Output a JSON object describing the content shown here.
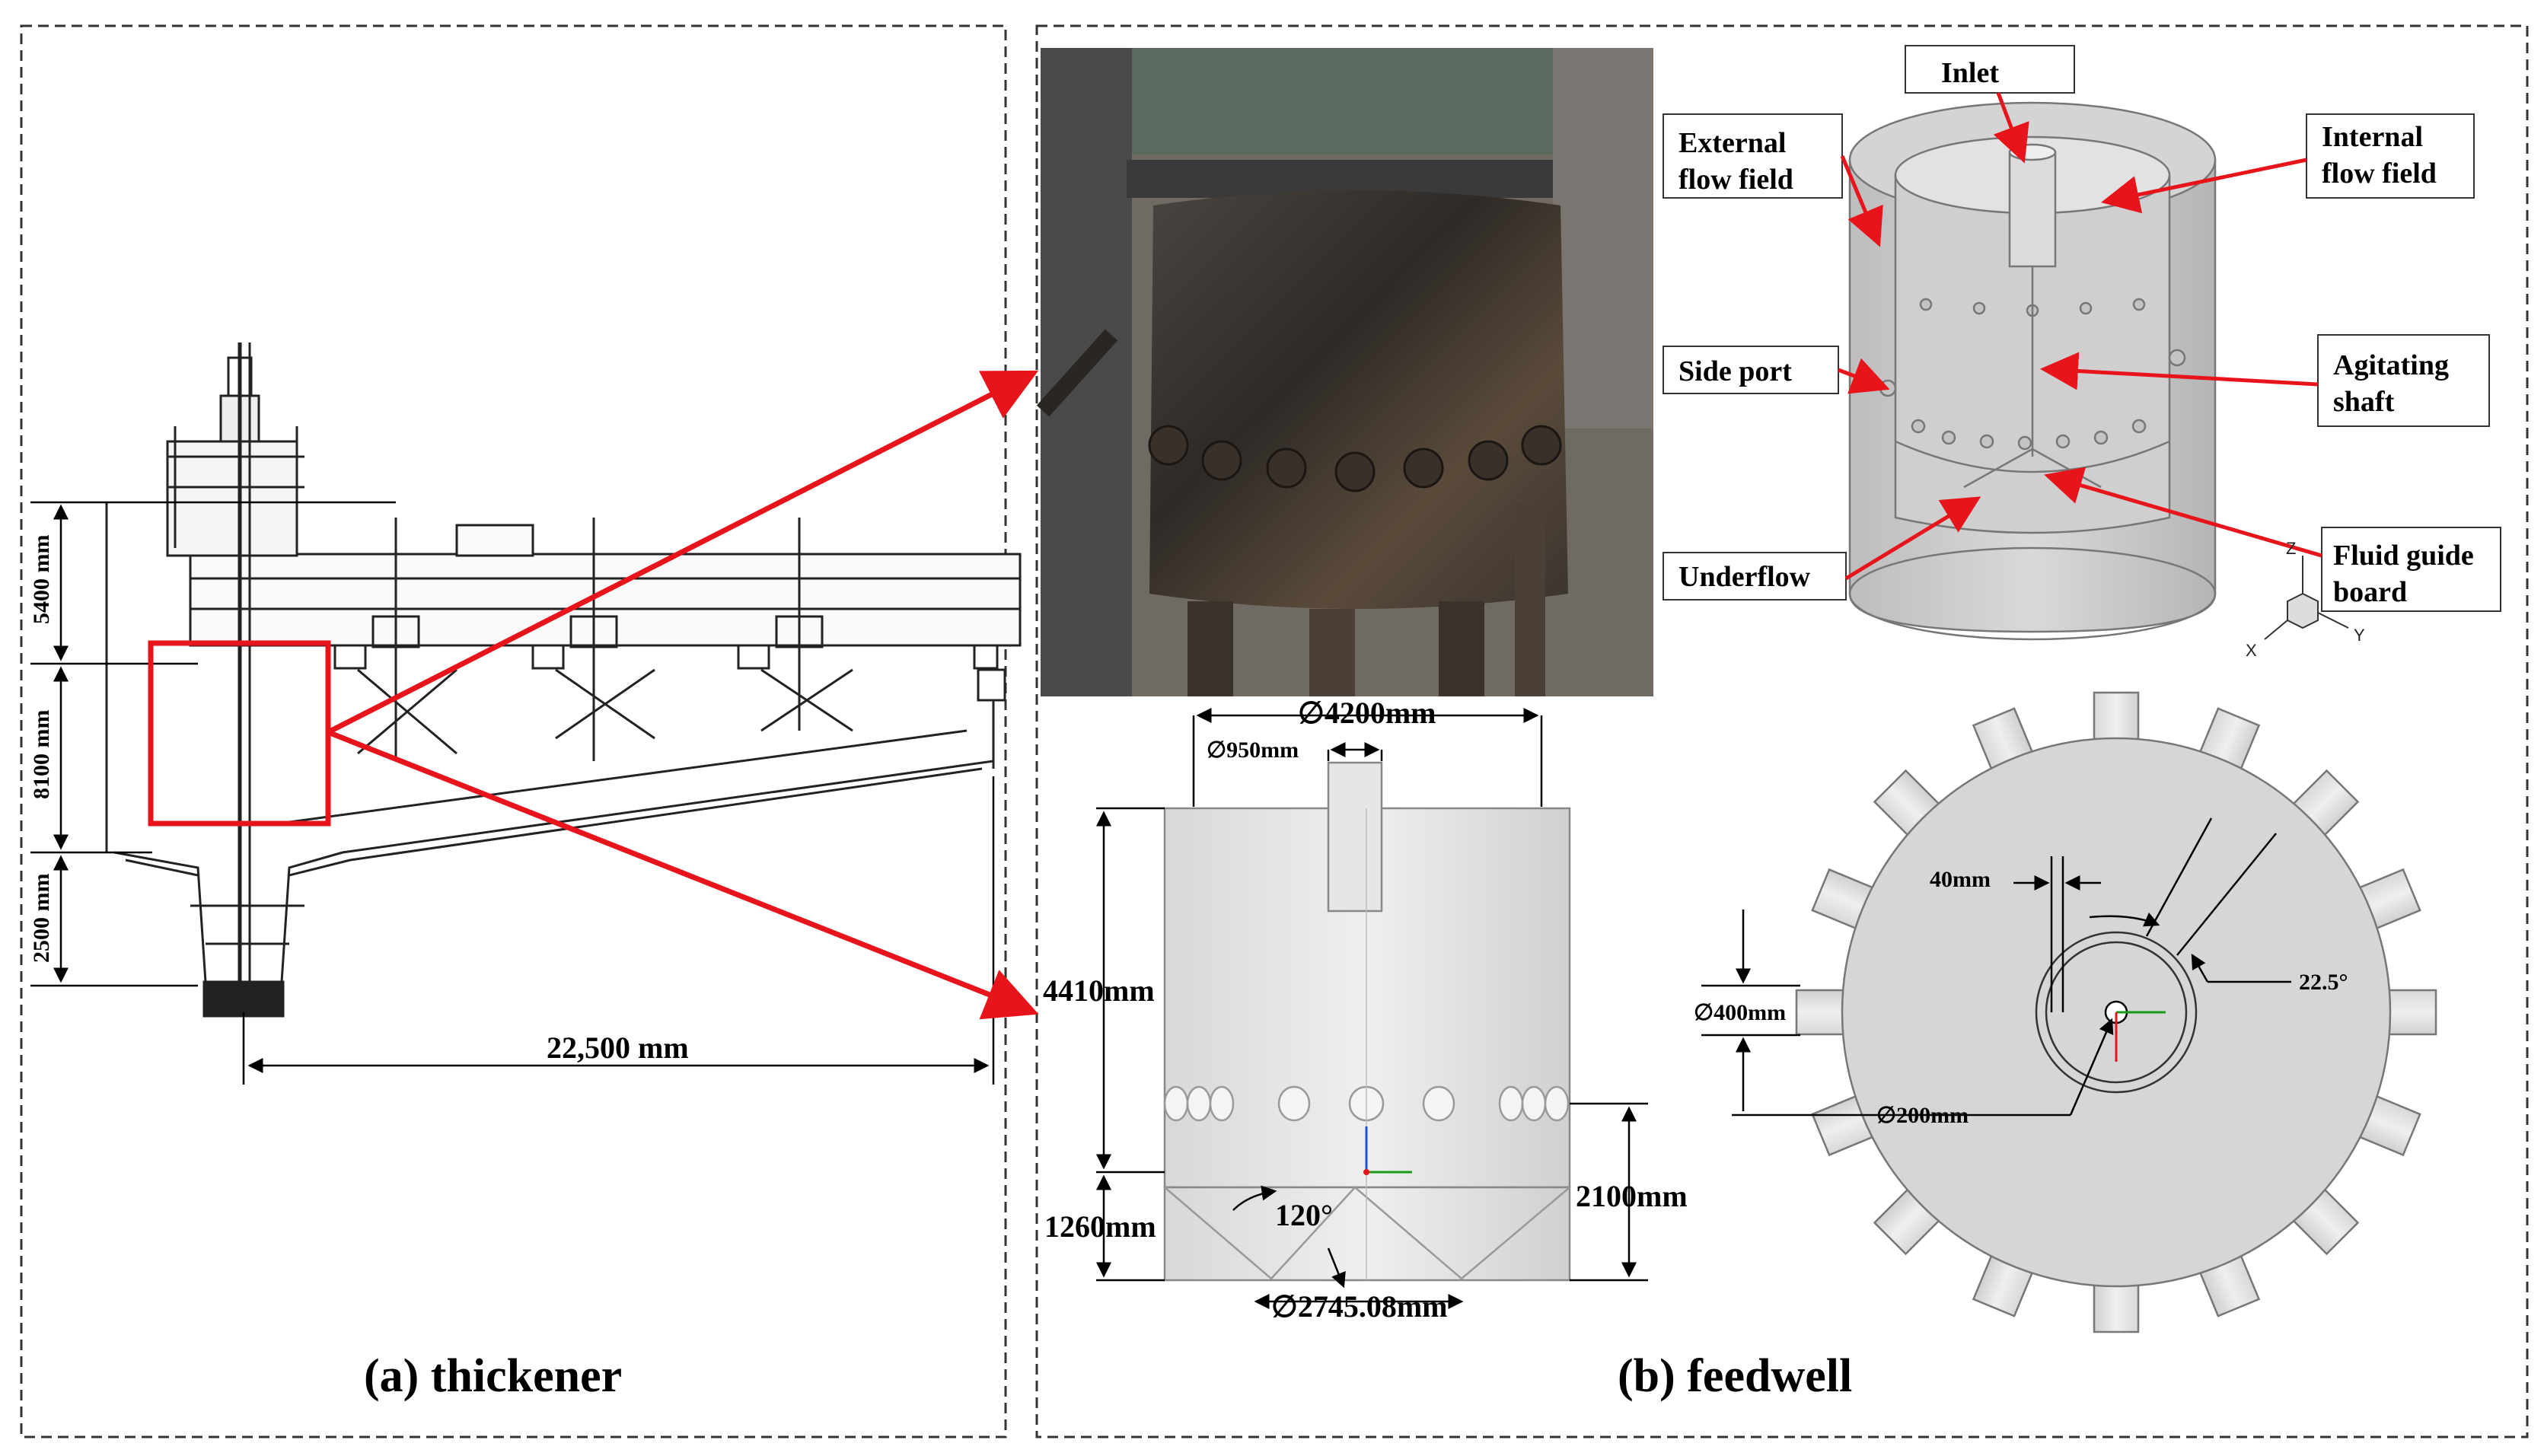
{
  "panel_a": {
    "caption": "(a) thickener",
    "dims": {
      "upper": "5400 mm",
      "middle": "8100 mm",
      "lower": "2500 mm",
      "radius": "22,500 mm"
    }
  },
  "panel_b": {
    "caption": "(b) feedwell",
    "model_labels": {
      "inlet": "Inlet",
      "external_1": "External",
      "external_2": "flow field",
      "internal_1": "Internal",
      "internal_2": "flow field",
      "side_port": "Side port",
      "agitating_1": "Agitating",
      "agitating_2": "shaft",
      "underflow": "Underflow",
      "guide_1": "Fluid guide",
      "guide_2": "board"
    },
    "axes": {
      "z": "Z",
      "x": "X",
      "y": "Y"
    },
    "side_dims": {
      "outer_diameter": "∅4200mm",
      "inlet_diameter": "∅950mm",
      "height_total": "4410mm",
      "height_cone": "1260mm",
      "height_ports": "2100mm",
      "cone_angle": "120°",
      "bottom_diameter": "∅2745.08mm"
    },
    "top_dims": {
      "gap": "40mm",
      "port_diameter": "∅400mm",
      "angle": "22.5°",
      "shaft_diameter": "∅200mm"
    }
  },
  "colors": {
    "arrow": "#e8141b",
    "highlight": "#e8141b",
    "frame": "#333333"
  }
}
